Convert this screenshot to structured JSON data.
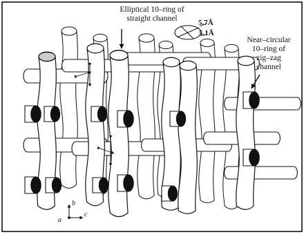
{
  "labels": {
    "straight_channel": [
      "Elliptical 10–ring of",
      "straight channel"
    ],
    "zigzag_channel": [
      "Near–circular",
      "10–ring of",
      "zig–zag",
      "channel"
    ],
    "pore_major": "5.7Å",
    "pore_minor": "5.1Å"
  },
  "axes": {
    "b": "b",
    "a": "a",
    "c": "c"
  }
}
